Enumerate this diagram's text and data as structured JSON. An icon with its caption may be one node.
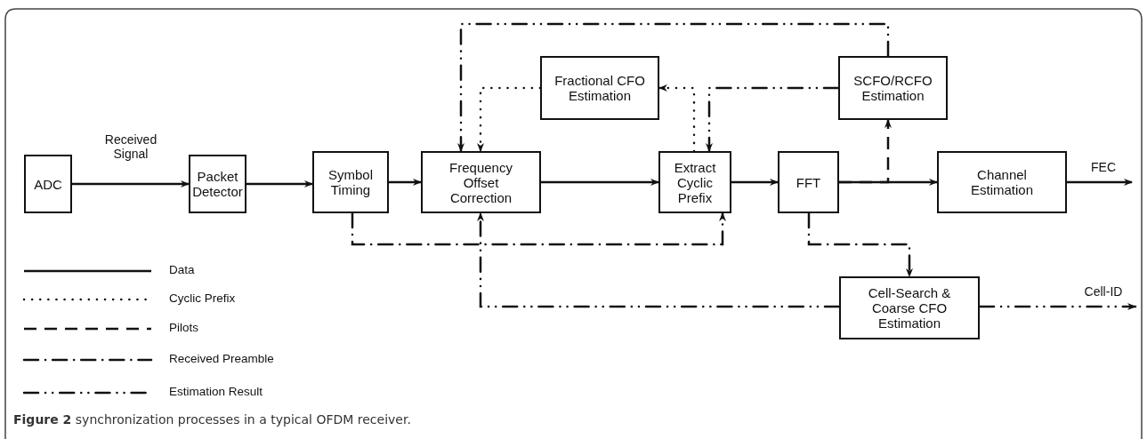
{
  "diagram": {
    "caption": "**Figure 2** synchronization processes in a typical OFDM receiver.",
    "nodes": [
      {
        "text": [
          "ADC"
        ]
      },
      {
        "text": [
          "Packet Detector"
        ]
      },
      {
        "text": [
          "Symbol Timing"
        ]
      },
      {
        "text": [
          "Frequency Offset Correction"
        ]
      },
      {
        "text": [
          "Fractional CFO Estimation"
        ]
      },
      {
        "text": [
          "Extract Cyclic Prefix"
        ]
      },
      {
        "text": [
          "FFT"
        ]
      },
      {
        "text": [
          "SCFO/RCFO Estimation"
        ]
      },
      {
        "text": [
          "Channel Estimation"
        ]
      },
      {
        "text": [
          "Cell-Search & Coarse CFO Estimation"
        ]
      }
    ],
    "edges": [
      {
        "from": 0,
        "to": 1,
        "arrow": "to",
        "label": "Received Signal"
      },
      {
        "from": 1,
        "to": 2,
        "arrow": "to"
      },
      {
        "from": 2,
        "to": 3,
        "arrow": "to"
      },
      {
        "from": 3,
        "to": 5,
        "arrow": "to"
      },
      {
        "from": 5,
        "to": 6,
        "arrow": "to"
      },
      {
        "from": 6,
        "to": 8,
        "arrow": "to"
      },
      {
        "from": 8,
        "to": null,
        "arrow": "to",
        "label": "FEC"
      },
      {
        "from": 6,
        "to": 7,
        "arrow": "to",
        "style": "dashed"
      },
      {
        "from": 4,
        "to": 3,
        "arrow": "to",
        "style": "dashed"
      },
      {
        "from": 5,
        "to": 4,
        "arrow": "to",
        "style": "dashed"
      },
      {
        "from": 7,
        "to": 5,
        "arrow": "to",
        "style": "dashed"
      },
      {
        "from": 7,
        "to": 3,
        "arrow": "to",
        "style": "dashed"
      },
      {
        "from": 2,
        "to": 5,
        "arrow": "to",
        "style": "dashed"
      },
      {
        "from": 6,
        "to": 9,
        "arrow": "to",
        "style": "dashed"
      },
      {
        "from": 9,
        "to": 3,
        "arrow": "to",
        "style": "dashed"
      },
      {
        "from": 9,
        "to": null,
        "arrow": "to",
        "style": "dashed",
        "label": "Cell-ID"
      }
    ],
    "legend": [
      {
        "text": "Data"
      },
      {
        "text": "Cyclic Prefix"
      },
      {
        "text": "Pilots"
      },
      {
        "text": "Received Preamble"
      },
      {
        "text": "Estimation Result"
      }
    ]
  }
}
